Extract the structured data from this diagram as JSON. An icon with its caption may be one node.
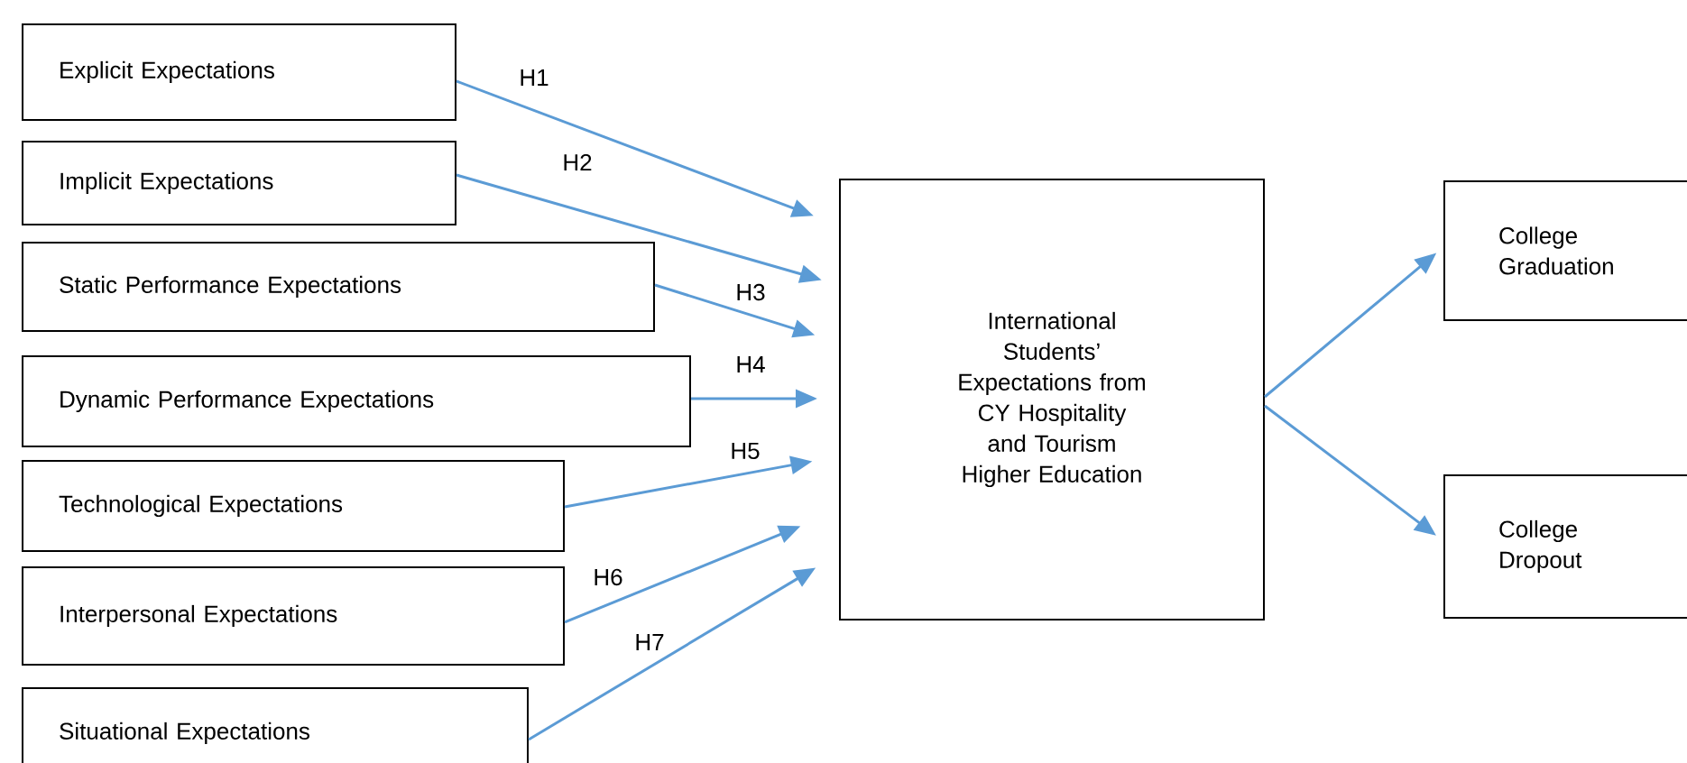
{
  "diagram": {
    "nodes": [
      {
        "text": [
          "Explicit Expectations"
        ]
      },
      {
        "text": [
          "Implicit Expectations"
        ]
      },
      {
        "text": [
          "Static Performance Expectations"
        ]
      },
      {
        "text": [
          "Dynamic Performance Expectations"
        ]
      },
      {
        "text": [
          "Technological Expectations"
        ]
      },
      {
        "text": [
          "Interpersonal Expectations"
        ]
      },
      {
        "text": [
          "Situational Expectations"
        ]
      },
      {
        "text": [
          "International Students’ Expectations from CY Hospitality and Tourism Higher Education"
        ]
      },
      {
        "text": [
          "College Graduation"
        ]
      },
      {
        "text": [
          "College Dropout"
        ]
      }
    ],
    "edges": [
      {
        "from": 0,
        "to": 7,
        "arrow": "to",
        "label": "H1"
      },
      {
        "from": 1,
        "to": 7,
        "arrow": "to",
        "label": "H2"
      },
      {
        "from": 2,
        "to": 7,
        "arrow": "to",
        "label": "H3"
      },
      {
        "from": 3,
        "to": 7,
        "arrow": "to",
        "label": "H4"
      },
      {
        "from": 4,
        "to": 7,
        "arrow": "to",
        "label": "H5"
      },
      {
        "from": 5,
        "to": 7,
        "arrow": "to",
        "label": "H6"
      },
      {
        "from": 6,
        "to": 7,
        "arrow": "to",
        "label": "H7"
      },
      {
        "from": 7,
        "to": 8,
        "arrow": "to"
      },
      {
        "from": 7,
        "to": 9,
        "arrow": "to"
      }
    ]
  }
}
